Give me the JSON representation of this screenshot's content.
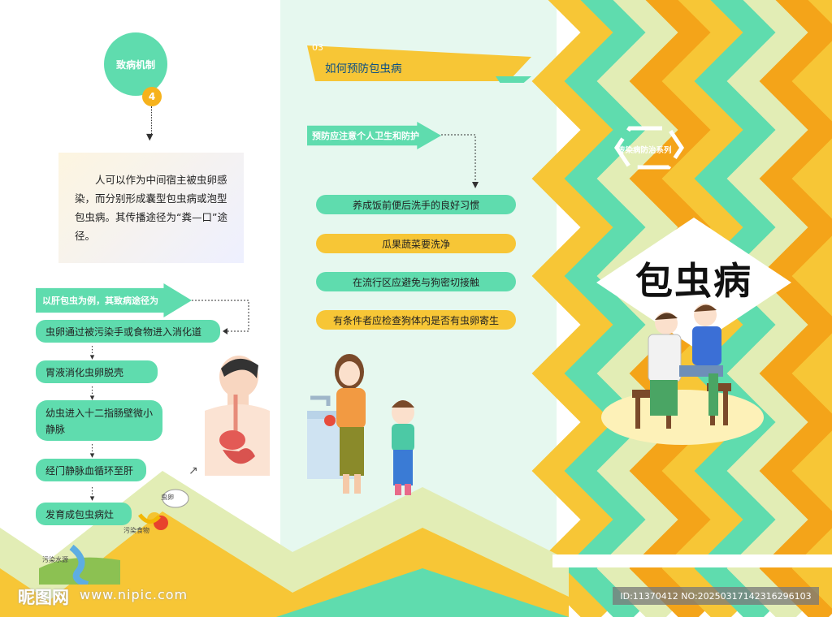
{
  "left_panel": {
    "circle_title": "致病机制",
    "badge_number": "4",
    "description": "人可以作为中间宿主被虫卵感染，而分别形成囊型包虫病或泡型包虫病。其传播途径为“粪—口”途径。",
    "route_heading": "以肝包虫为例，其致病途径为",
    "steps": [
      "虫卵通过被污染手或食物进入消化道",
      "胃液消化虫卵脱壳",
      "幼虫进入十二指肠壁微小静脉",
      "经门静脉血循环至肝",
      "发育成包虫病灶"
    ],
    "illustration_labels": {
      "egg": "虫卵",
      "contaminated_food": "污染食物",
      "contaminated_water": "污染水源"
    }
  },
  "middle_panel": {
    "section_number": "03",
    "section_title": "如何预防包虫病",
    "prevention_heading": "预防应注意个人卫生和防护",
    "rules": [
      "养成饭前便后洗手的良好习惯",
      "瓜果蔬菜要洗净",
      "在流行区应避免与狗密切接触",
      "有条件者应检查狗体内是否有虫卵寄生"
    ]
  },
  "right_panel": {
    "series_label": "传染病防治系列",
    "main_title": "包虫病"
  },
  "watermark": {
    "site_name": "昵图网",
    "site_url": "www.nipic.com",
    "image_id": "ID:11370412 NO:20250317142316296103"
  },
  "colors": {
    "mint": "#5fdcae",
    "yellow": "#f7c636",
    "orange": "#f4a419",
    "light_green": "#e2edb5"
  }
}
